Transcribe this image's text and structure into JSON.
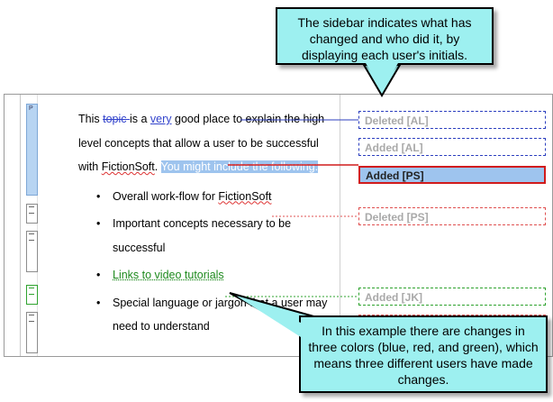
{
  "callouts": {
    "top": "The sidebar indicates what has changed and who did it, by displaying each user's initials.",
    "bottom": "In this example there are changes in three colors (blue, red, and green), which means three different users have made changes."
  },
  "gutter": {
    "first_marker": "P"
  },
  "document": {
    "p1": {
      "t1": "This ",
      "del_blue": "topic ",
      "t2": "is a ",
      "ins_blue": "very",
      "t3": " good place to explain the high level concepts that allow a user to be successful with ",
      "product": "FictionSoft",
      "t4": ". ",
      "ins_red": "You might include the following:"
    },
    "bullets": {
      "b1_text": "Overall work-flow for ",
      "b1_del": "FictionSoft",
      "b2": "Important concepts necessary to be successful",
      "b3": "Links to video tutorials",
      "b4": "Special language or jargon that a user may need to understand"
    }
  },
  "balloons": {
    "b1": "Deleted [AL]",
    "b2": "Added [AL]",
    "b3": "Added [PS]",
    "b4": "Deleted [PS]",
    "b5": "Added [JK]",
    "b6": ""
  },
  "colors": {
    "blue_user": "#2c3fbf",
    "red_user": "#d11b1b",
    "green_user": "#2fa32f",
    "callout_fill": "#9df0f0",
    "selection": "#9ec4ee"
  }
}
